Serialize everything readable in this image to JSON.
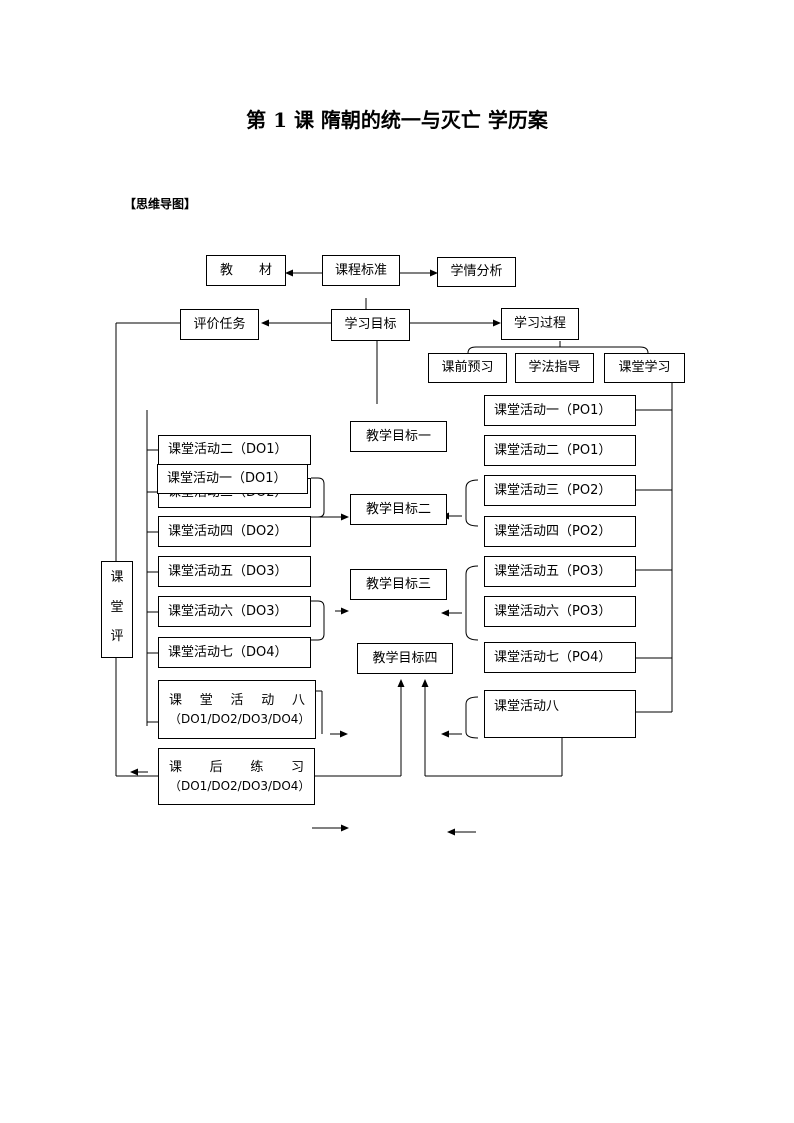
{
  "title": "第 1 课  隋朝的统一与灭亡  学历案",
  "section_label": "【思维导图】",
  "top": {
    "textbook": "教　　材",
    "standard": "课程标准",
    "learner_analysis": "学情分析",
    "evaluation_task": "评价任务",
    "learning_goal": "学习目标",
    "learning_process": "学习过程"
  },
  "process": [
    "课前预习",
    "学法指导",
    "课堂学习"
  ],
  "goals": [
    "教学目标一",
    "教学目标二",
    "教学目标三",
    "教学目标四"
  ],
  "left_activities": [
    "课堂活动二（DO1）",
    "课堂活动一（DO1）",
    "课堂活动三（DO2）",
    "课堂活动四（DO2）",
    "课堂活动五（DO3）",
    "课堂活动六（DO3）",
    "课堂活动七（DO4）"
  ],
  "activity8": {
    "chars": [
      "课",
      "堂",
      "活",
      "动",
      "八"
    ],
    "codes": "（DO1/DO2/DO3/DO4）"
  },
  "homework": {
    "chars": [
      "课",
      "后",
      "练",
      "习"
    ],
    "codes": "（DO1/DO2/DO3/DO4）"
  },
  "right_activities": [
    "课堂活动一（PO1）",
    "课堂活动二（PO1）",
    "课堂活动三（PO2）",
    "课堂活动四（PO2）",
    "课堂活动五（PO3）",
    "课堂活动六（PO3）",
    "课堂活动七（PO4）",
    "课堂活动八"
  ],
  "vertical_label": [
    "课",
    "堂",
    "评"
  ]
}
